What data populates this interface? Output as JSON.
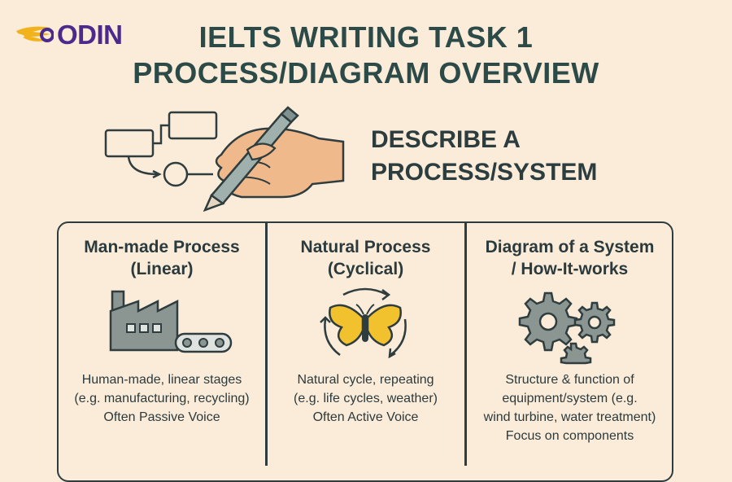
{
  "logo": {
    "text": "ODIN",
    "icon": "wing-icon"
  },
  "title": {
    "line1": "IELTS WRITING TASK 1",
    "line2": "PROCESS/DIAGRAM OVERVIEW"
  },
  "subtitle": {
    "line1": "DESCRIBE A",
    "line2": "PROCESS/SYSTEM"
  },
  "hero": {
    "icon": "hand-drawing-flowchart-icon"
  },
  "columns": [
    {
      "title_line1": "Man-made Process",
      "title_line2": "(Linear)",
      "icon": "factory-conveyor-icon",
      "desc": [
        "Human-made, linear stages",
        "(e.g. manufacturing, recycling)",
        "Often Passive Voice"
      ]
    },
    {
      "title_line1": "Natural Process",
      "title_line2": "(Cyclical)",
      "icon": "butterfly-cycle-icon",
      "desc": [
        "Natural cycle, repeating",
        "(e.g. life cycles, weather)",
        "Often Active Voice"
      ]
    },
    {
      "title_line1": "Diagram of a System",
      "title_line2": "/ How-It-works",
      "icon": "gears-icon",
      "desc": [
        "Structure & function of",
        "equipment/system (e.g.",
        "wind turbine, water treatment)",
        "Focus on components"
      ]
    }
  ],
  "colors": {
    "background": "#fbecd9",
    "title": "#2c4a47",
    "logo": "#4a2a8c",
    "logo_wing": "#f2b21c",
    "butterfly": "#f2c12e",
    "icon_gray": "#8b9591"
  }
}
